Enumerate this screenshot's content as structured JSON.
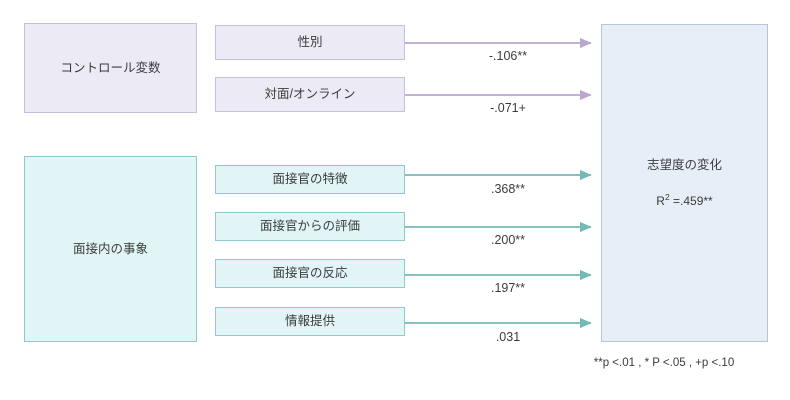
{
  "diagram": {
    "title": "",
    "colors": {
      "control_fill": "#eceaf5",
      "control_stroke": "#c9bedb",
      "interview_fill": "#e2f5f6",
      "interview_stroke": "#8fc9cd",
      "outcome_fill": "#e8eef7",
      "outcome_stroke": "#b6c6d6",
      "arrow_control": "#b9a7cd",
      "arrow_interview": "#76b7b8",
      "text": "#3b3b3b"
    },
    "groups": [
      {
        "id": "control",
        "label": "コントロール変数"
      },
      {
        "id": "interview",
        "label": "面接内の事象"
      }
    ],
    "predictors": [
      {
        "id": "gender",
        "label": "性別",
        "group": "control",
        "coefficient": "-.106**"
      },
      {
        "id": "mode",
        "label": "対面/オンライン",
        "group": "control",
        "coefficient": "-.071+"
      },
      {
        "id": "interviewer-trait",
        "label": "面接官の特徴",
        "group": "interview",
        "coefficient": ".368**"
      },
      {
        "id": "interviewer-eval",
        "label": "面接官からの評価",
        "group": "interview",
        "coefficient": ".200**"
      },
      {
        "id": "interviewer-reac",
        "label": "面接官の反応",
        "group": "interview",
        "coefficient": ".197**"
      },
      {
        "id": "information",
        "label": "情報提供",
        "group": "interview",
        "coefficient": ".031"
      }
    ],
    "outcome": {
      "label": "志望度の変化",
      "r2_prefix": "R",
      "r2_exponent": "2",
      "r2_value": " =.459**"
    },
    "footnote": "**p <.01 , * P <.05 , +p <.10"
  },
  "chart_data": {
    "type": "diagram",
    "title": "",
    "notes": "Path / regression diagram: six predictors pointing to one outcome variable.",
    "nodes": [
      {
        "name": "コントロール変数",
        "role": "group"
      },
      {
        "name": "面接内の事象",
        "role": "group"
      },
      {
        "name": "性別",
        "role": "predictor"
      },
      {
        "name": "対面/オンライン",
        "role": "predictor"
      },
      {
        "name": "面接官の特徴",
        "role": "predictor"
      },
      {
        "name": "面接官からの評価",
        "role": "predictor"
      },
      {
        "name": "面接官の反応",
        "role": "predictor"
      },
      {
        "name": "情報提供",
        "role": "predictor"
      },
      {
        "name": "志望度の変化",
        "role": "outcome"
      }
    ],
    "edges": [
      {
        "from": "性別",
        "to": "志望度の変化",
        "label": "-.106**",
        "value": -0.106,
        "significance": "p<.01"
      },
      {
        "from": "対面/オンライン",
        "to": "志望度の変化",
        "label": "-.071+",
        "value": -0.071,
        "significance": "p<.10"
      },
      {
        "from": "面接官の特徴",
        "to": "志望度の変化",
        "label": ".368**",
        "value": 0.368,
        "significance": "p<.01"
      },
      {
        "from": "面接官からの評価",
        "to": "志望度の変化",
        "label": ".200**",
        "value": 0.2,
        "significance": "p<.01"
      },
      {
        "from": "面接官の反応",
        "to": "志望度の変化",
        "label": ".197**",
        "value": 0.197,
        "significance": "p<.01"
      },
      {
        "from": "情報提供",
        "to": "志望度の変化",
        "label": ".031",
        "value": 0.031,
        "significance": "n.s."
      }
    ],
    "model_fit": {
      "statistic": "R2",
      "label": "R² =.459**",
      "value": 0.459,
      "significance": "p<.01"
    },
    "legend": "**p <.01 , * P <.05 , +p <.10"
  }
}
